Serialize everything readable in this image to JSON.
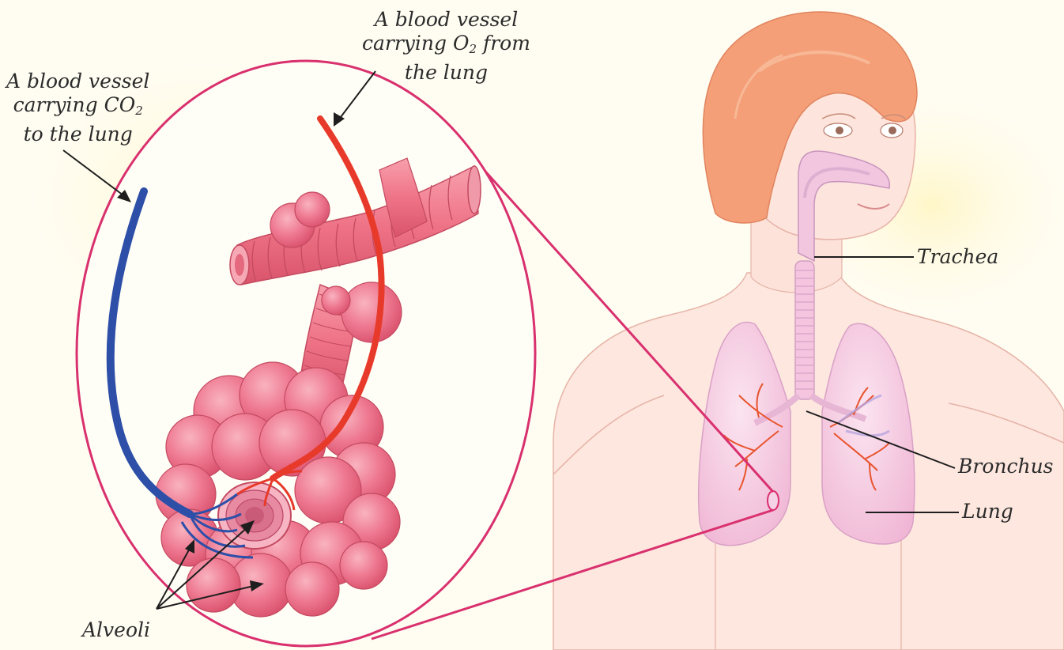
{
  "colors": {
    "background": "#fffdf2",
    "magnifier_ring": "#d9306e",
    "alveoli": "#ee6f8a",
    "trachea_zoom": "#f07a8c",
    "deoxygenated_vessel": "#2d4fa8",
    "oxygenated_vessel": "#e83a2a",
    "skin": "#fde2da",
    "hair": "#f4a07a",
    "lung": "#f5c7e0"
  },
  "labels": {
    "co2_vessel": {
      "line1": "A blood vessel",
      "line2_prefix": "carrying CO",
      "line2_sub": "2",
      "line3": "to the lung"
    },
    "o2_vessel": {
      "line1": "A blood vessel",
      "line2_prefix": "carrying O",
      "line2_sub": "2",
      "line2_suffix": " from",
      "line3": "the lung"
    },
    "trachea": "Trachea",
    "bronchus": "Bronchus",
    "lung": "Lung",
    "alveoli": "Alveoli"
  }
}
